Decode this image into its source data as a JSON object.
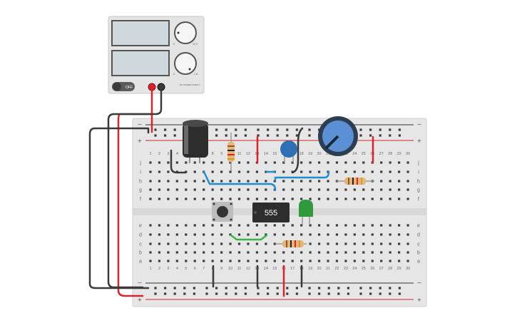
{
  "power_supply": {
    "display_top": "",
    "display_bottom": "",
    "knob_top_label": "10 V",
    "knob_bottom_label": "1 A",
    "knob_top_min": "0",
    "knob_bottom_min": "0",
    "switch_label": "OFF",
    "brand": "DC POWER SUPPLY"
  },
  "breadboard": {
    "columns": [
      "1",
      "2",
      "3",
      "4",
      "5",
      "6",
      "7",
      "8",
      "9",
      "10",
      "11",
      "12",
      "13",
      "14",
      "15",
      "16",
      "17",
      "18",
      "19",
      "20",
      "21",
      "22",
      "23",
      "24",
      "25",
      "26",
      "27",
      "28",
      "29",
      "30"
    ],
    "rows_top": [
      "j",
      "i",
      "h",
      "g",
      "f"
    ],
    "rows_bottom": [
      "e",
      "d",
      "c",
      "b",
      "a"
    ],
    "rail_plus": "+",
    "rail_minus": "−"
  },
  "chip": {
    "label": "555"
  },
  "colors": {
    "wire_red": "#d4262c",
    "wire_black": "#3a3a3a",
    "wire_blue": "#1f8fd0",
    "wire_green": "#3db34a",
    "led": "#2e9a3c",
    "capacitor_ceramic": "#2f6fb4",
    "pot_knob": "#5b8fd6",
    "board": "#e6e6e6"
  },
  "icons": [
    "capacitor-icon",
    "resistor-icon",
    "potentiometer-icon",
    "led-icon",
    "pushbutton-icon",
    "chip-icon"
  ]
}
